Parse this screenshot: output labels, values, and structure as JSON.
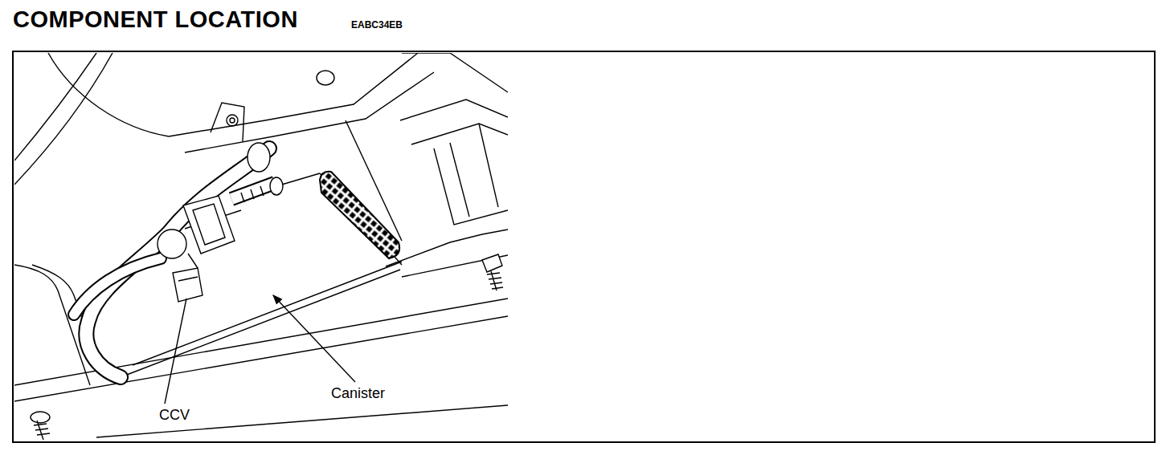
{
  "diagram": {
    "title": "COMPONENT LOCATION",
    "labels": [
      "EABC34EB",
      "CCV",
      "Canister"
    ]
  }
}
